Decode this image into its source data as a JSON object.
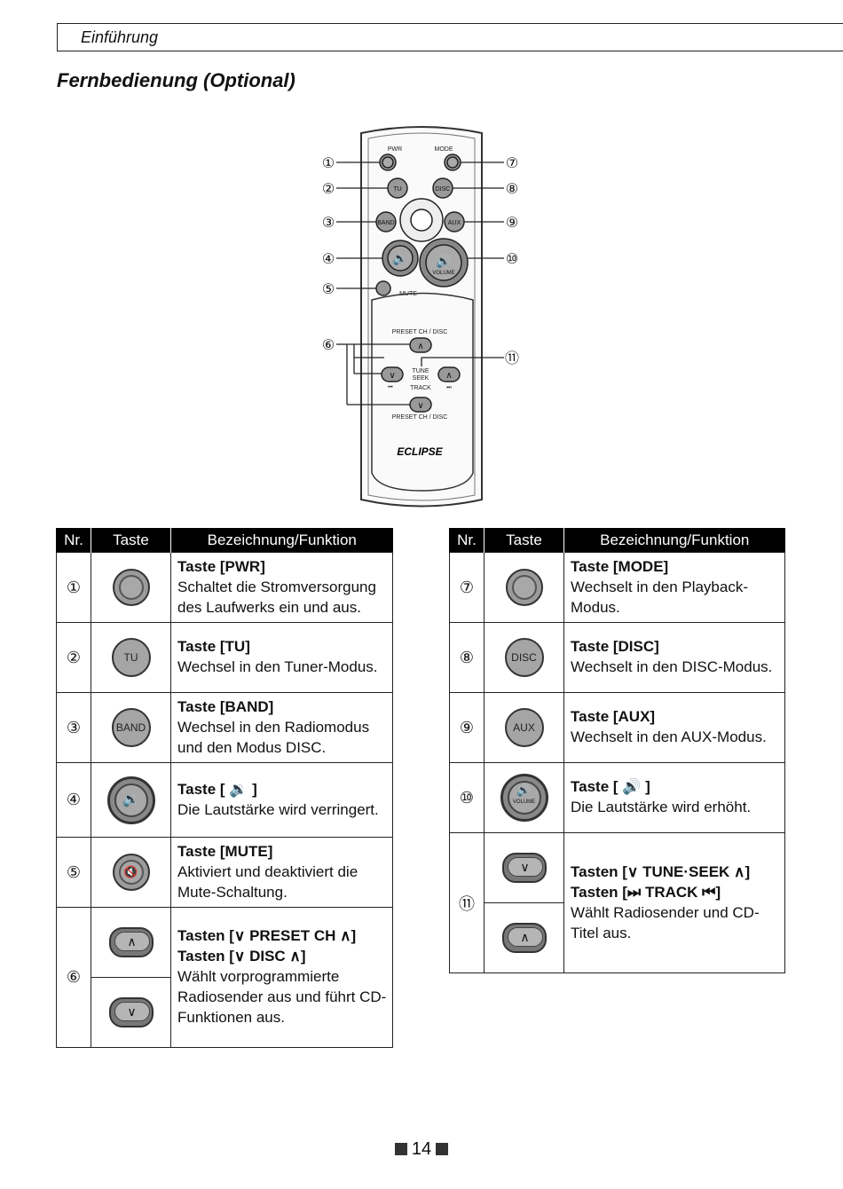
{
  "header": {
    "section": "Einführung"
  },
  "title": "Fernbedienung (Optional)",
  "remote": {
    "pwr": "PWR",
    "mode": "MODE",
    "tu": "TU",
    "disc": "DISC",
    "band": "BAND",
    "aux": "AUX",
    "volume": "VOLUME",
    "mute": "MUTE",
    "preset_top": "PRESET CH / DISC",
    "preset_bottom": "PRESET CH / DISC",
    "tune1": "TUNE",
    "tune2": "SEEK",
    "tune3": "TRACK",
    "brand": "ECLIPSE",
    "callouts": [
      "①",
      "②",
      "③",
      "④",
      "⑤",
      "⑥",
      "⑦",
      "⑧",
      "⑨",
      "⑩",
      "⑪"
    ]
  },
  "table_headers": {
    "nr": "Nr.",
    "key": "Taste",
    "function": "Bezeichnung/Funktion"
  },
  "left_rows": [
    {
      "nr": "①",
      "name": "Taste [PWR]",
      "text": "Schaltet die Stromversorgung des Laufwerks ein und aus."
    },
    {
      "nr": "②",
      "icon_label": "TU",
      "name": "Taste [TU]",
      "text": "Wechsel in den Tuner-Modus."
    },
    {
      "nr": "③",
      "icon_label": "BAND",
      "name": "Taste [BAND]",
      "text": "Wechsel in den Radiomodus und den Modus DISC."
    },
    {
      "nr": "④",
      "name": "Taste [ 🔉 ]",
      "text": "Die Lautstärke wird verringert."
    },
    {
      "nr": "⑤",
      "name": "Taste [MUTE]",
      "text": "Aktiviert und deaktiviert die Mute-Schaltung."
    },
    {
      "nr": "⑥",
      "name": "Tasten [∨ PRESET CH ∧]",
      "name2": "Tasten [∨ DISC ∧]",
      "text": "Wählt vorprogrammierte Radiosender aus und führt CD-Funktionen aus."
    }
  ],
  "right_rows": [
    {
      "nr": "⑦",
      "name": "Taste [MODE]",
      "text": "Wechselt in den Playback-Modus."
    },
    {
      "nr": "⑧",
      "icon_label": "DISC",
      "name": "Taste [DISC]",
      "text": "Wechselt in den DISC-Modus."
    },
    {
      "nr": "⑨",
      "icon_label": "AUX",
      "name": "Taste [AUX]",
      "text": "Wechselt in den AUX-Modus."
    },
    {
      "nr": "⑩",
      "icon_label": "VOLUME",
      "name": "Taste [ 🔊 ]",
      "text": "Die Lautstärke wird erhöht."
    },
    {
      "nr": "⑪",
      "name": "Tasten [∨ TUNE·SEEK ∧]",
      "name2": "Tasten [⏭ TRACK ⏮]",
      "text": "Wählt Radiosender und CD-Titel aus."
    }
  ],
  "page_number": "14"
}
